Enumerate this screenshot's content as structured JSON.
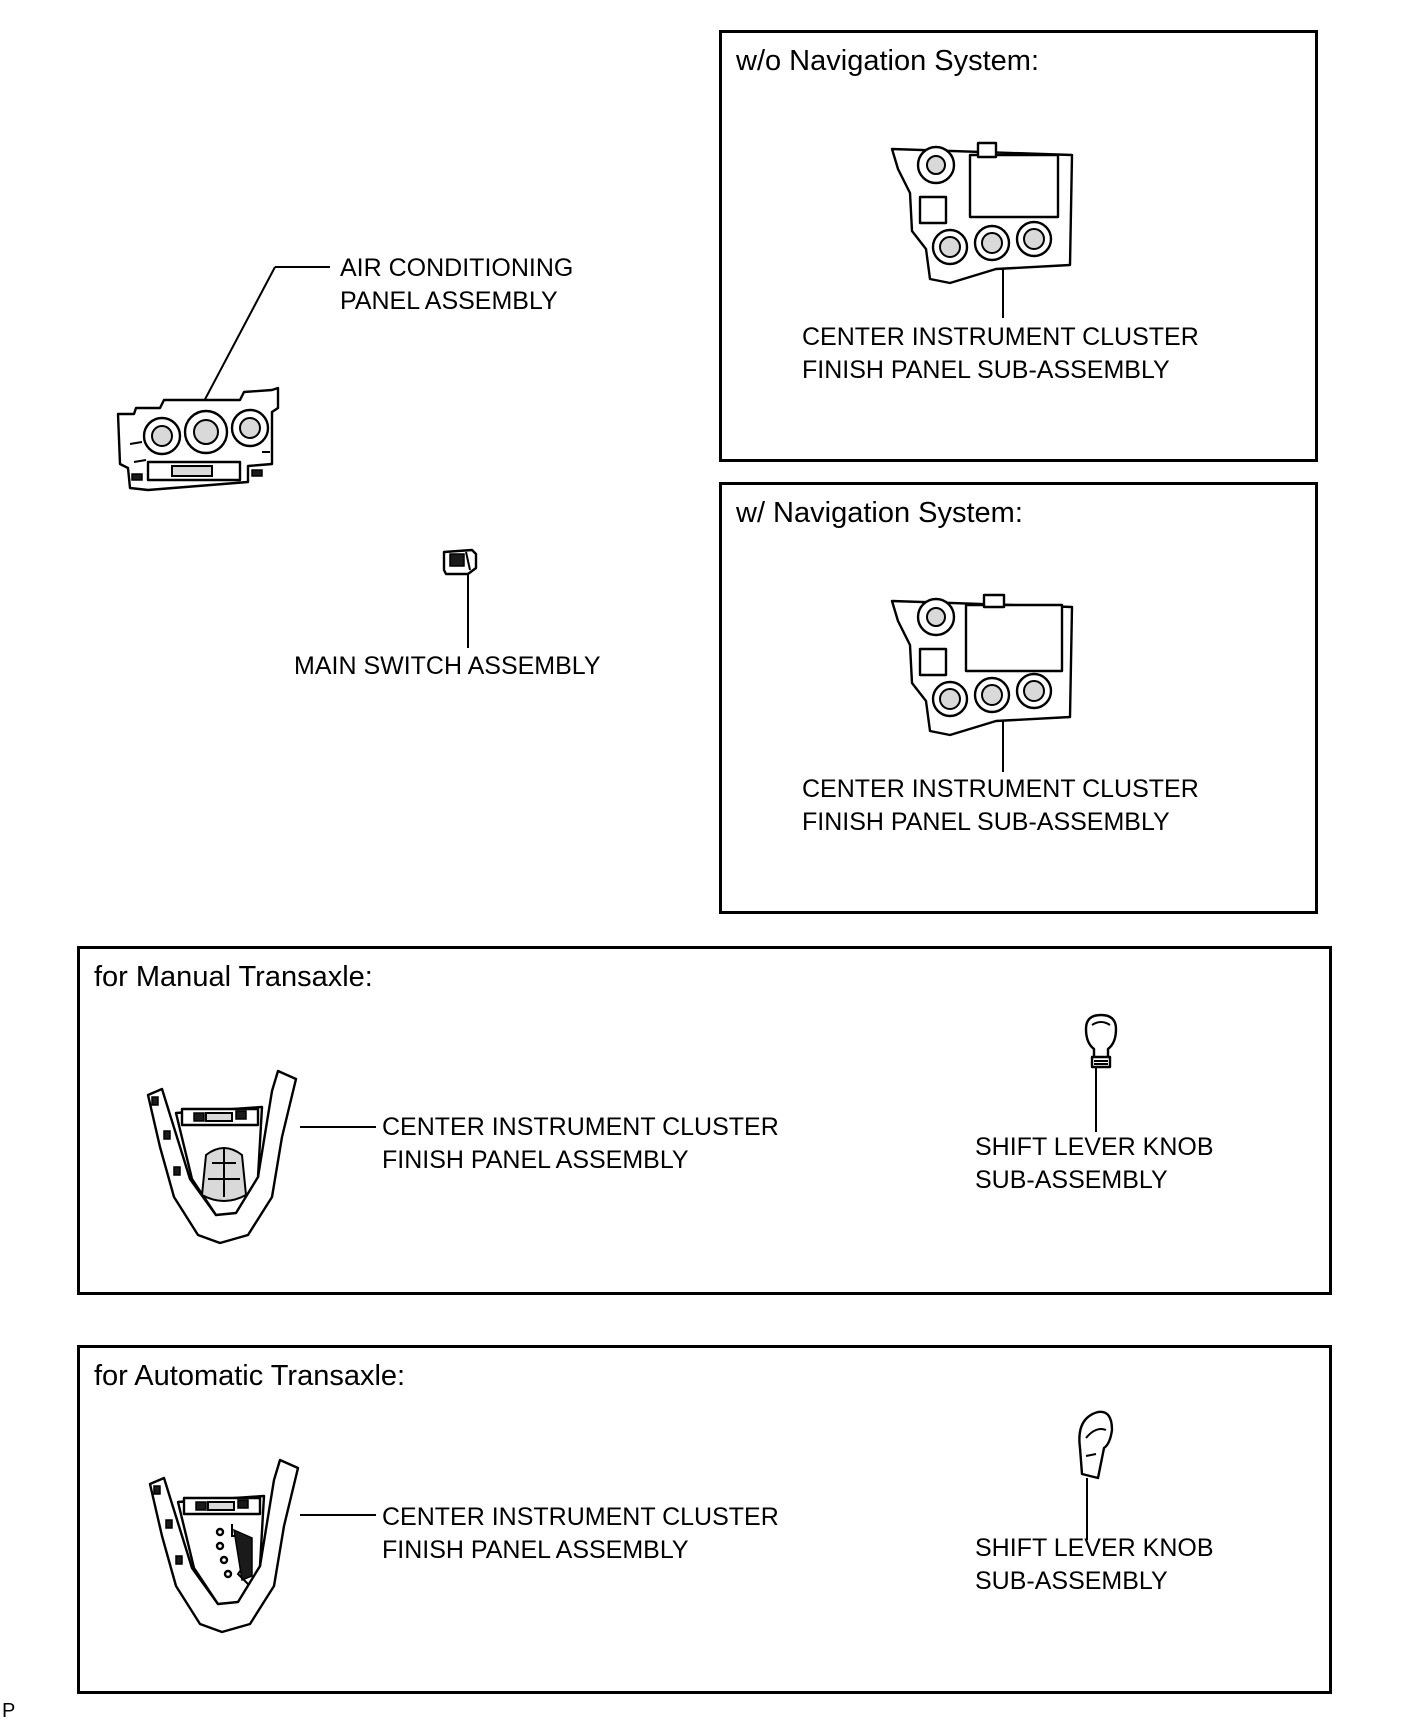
{
  "components": {
    "ac_panel": {
      "line1": "AIR CONDITIONING",
      "line2": "PANEL ASSEMBLY"
    },
    "main_switch": {
      "label": "MAIN SWITCH ASSEMBLY"
    }
  },
  "boxes": {
    "wo_nav": {
      "title": "w/o Navigation System:",
      "part_line1": "CENTER INSTRUMENT CLUSTER",
      "part_line2": "FINISH PANEL SUB-ASSEMBLY"
    },
    "w_nav": {
      "title": "w/ Navigation System:",
      "part_line1": "CENTER INSTRUMENT CLUSTER",
      "part_line2": "FINISH PANEL SUB-ASSEMBLY"
    },
    "manual": {
      "title": "for Manual Transaxle:",
      "panel_line1": "CENTER INSTRUMENT CLUSTER",
      "panel_line2": "FINISH PANEL ASSEMBLY",
      "knob_line1": "SHIFT LEVER KNOB",
      "knob_line2": "SUB-ASSEMBLY"
    },
    "automatic": {
      "title": "for Automatic Transaxle:",
      "panel_line1": "CENTER INSTRUMENT CLUSTER",
      "panel_line2": "FINISH PANEL ASSEMBLY",
      "knob_line1": "SHIFT LEVER KNOB",
      "knob_line2": "SUB-ASSEMBLY"
    }
  },
  "corner_mark": "P"
}
